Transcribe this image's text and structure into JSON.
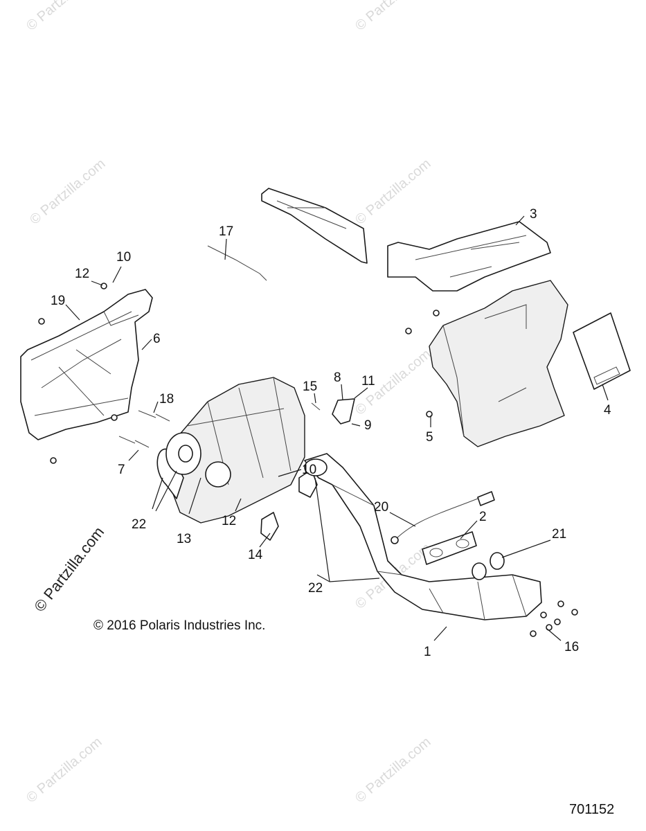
{
  "copyright": "© 2016  Polaris Industries Inc.",
  "diagram_id": "701152",
  "watermark": "© Partzilla.com",
  "callouts": [
    "1",
    "2",
    "3",
    "4",
    "5",
    "6",
    "7",
    "8",
    "9",
    "10",
    "10",
    "11",
    "12",
    "12",
    "13",
    "14",
    "15",
    "16",
    "17",
    "18",
    "19",
    "20",
    "21",
    "22",
    "22"
  ]
}
